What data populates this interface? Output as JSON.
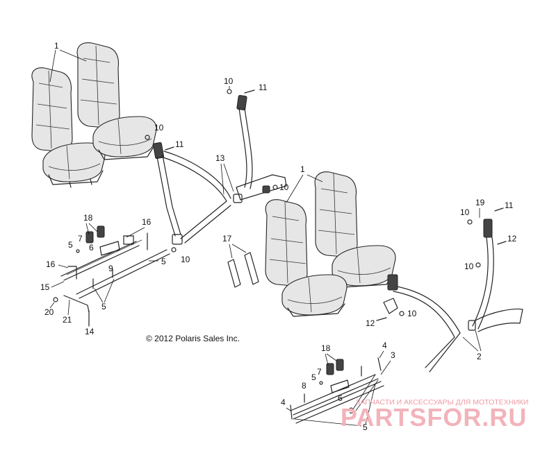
{
  "diagram": {
    "copyright": "© 2012 Polaris Sales Inc.",
    "callouts": [
      {
        "id": "c1a",
        "text": "1"
      },
      {
        "id": "c10a",
        "text": "10"
      },
      {
        "id": "c11a",
        "text": "11"
      },
      {
        "id": "c10b",
        "text": "10"
      },
      {
        "id": "c11b",
        "text": "11"
      },
      {
        "id": "c13",
        "text": "13"
      },
      {
        "id": "c10c",
        "text": "10"
      },
      {
        "id": "c1b",
        "text": "1"
      },
      {
        "id": "c18a",
        "text": "18"
      },
      {
        "id": "c16a",
        "text": "16"
      },
      {
        "id": "c5a",
        "text": "5"
      },
      {
        "id": "c7a",
        "text": "7"
      },
      {
        "id": "c6a",
        "text": "6"
      },
      {
        "id": "c5b",
        "text": "5"
      },
      {
        "id": "c9a",
        "text": "9"
      },
      {
        "id": "c16b",
        "text": "16"
      },
      {
        "id": "c15",
        "text": "15"
      },
      {
        "id": "c5c",
        "text": "5"
      },
      {
        "id": "c20",
        "text": "20"
      },
      {
        "id": "c21",
        "text": "21"
      },
      {
        "id": "c14",
        "text": "14"
      },
      {
        "id": "c10d",
        "text": "10"
      },
      {
        "id": "c17",
        "text": "17"
      },
      {
        "id": "c10e",
        "text": "10"
      },
      {
        "id": "c19",
        "text": "19"
      },
      {
        "id": "c11c",
        "text": "11"
      },
      {
        "id": "c12a",
        "text": "12"
      },
      {
        "id": "c10f",
        "text": "10"
      },
      {
        "id": "c12b",
        "text": "12"
      },
      {
        "id": "c10g",
        "text": "10"
      },
      {
        "id": "c2",
        "text": "2"
      },
      {
        "id": "c18b",
        "text": "18"
      },
      {
        "id": "c4a",
        "text": "4"
      },
      {
        "id": "c3",
        "text": "3"
      },
      {
        "id": "c7b",
        "text": "7"
      },
      {
        "id": "c5d",
        "text": "5"
      },
      {
        "id": "c8",
        "text": "8"
      },
      {
        "id": "c6b",
        "text": "6"
      },
      {
        "id": "c4b",
        "text": "4"
      },
      {
        "id": "c9b",
        "text": "9"
      },
      {
        "id": "c5e",
        "text": "5"
      }
    ]
  },
  "watermark": {
    "tagline": "ЗАПЧАСТИ И АКСЕССУАРЫ ДЛЯ МОТОТЕХНИКИ",
    "brand": "PARTSFOR.RU"
  }
}
